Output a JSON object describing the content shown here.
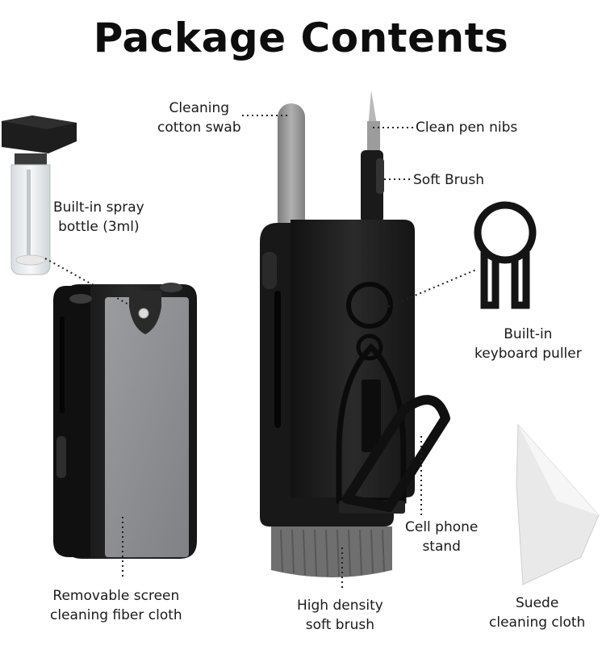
{
  "title": "Package Contents",
  "labels": {
    "cotton_swab": [
      "Cleaning",
      "cotton swab"
    ],
    "pen_nibs": "Clean pen nibs",
    "soft_brush": "Soft Brush",
    "spray_bottle": [
      "Built-in spray",
      "bottle (3ml)"
    ],
    "keyboard_puller": [
      "Built-in",
      "keyboard puller"
    ],
    "phone_stand": [
      "Cell phone",
      "stand"
    ],
    "fiber_cloth": [
      "Removable screen",
      "cleaning fiber cloth"
    ],
    "high_density_brush": [
      "High density",
      "soft brush"
    ],
    "suede_cloth": [
      "Suede",
      "cleaning cloth"
    ]
  },
  "colors": {
    "body": "#1c1c1c",
    "body_highlight": "#2c2c2c",
    "cloth_panel": "#8f9194",
    "swab": "#9a9a9a",
    "brush_bristles": "#6e6e6e",
    "suede": "#ececec"
  }
}
